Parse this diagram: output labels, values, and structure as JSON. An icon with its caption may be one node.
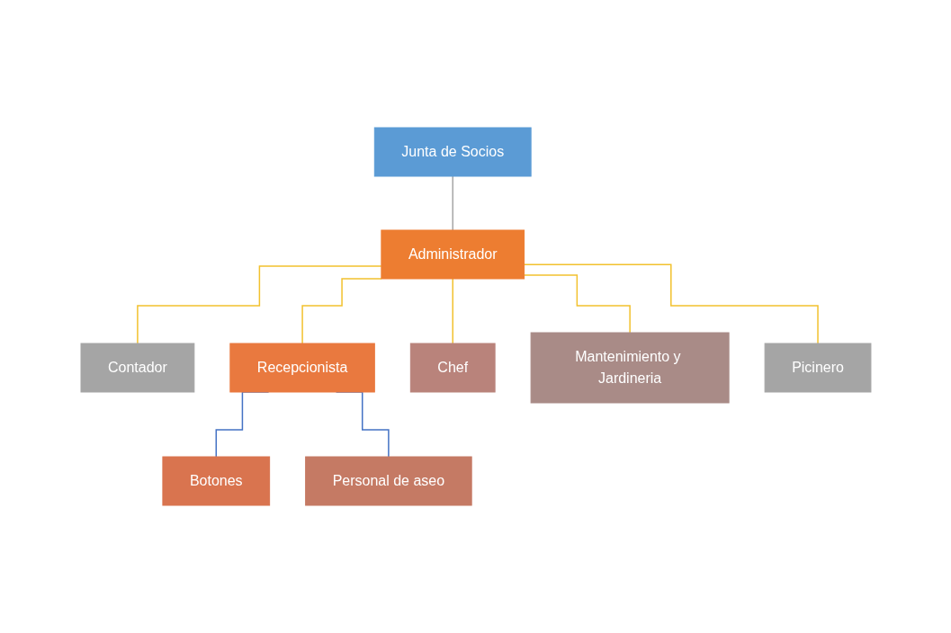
{
  "diagram": {
    "nodes": [
      {
        "text": [
          "Junta de Socios"
        ]
      },
      {
        "text": [
          "Administrador"
        ]
      },
      {
        "text": [
          "Contador"
        ]
      },
      {
        "text": [
          "Recepcionista"
        ]
      },
      {
        "text": [
          "Chef"
        ]
      },
      {
        "text": [
          "Mantenimiento y Jardineria"
        ]
      },
      {
        "text": [
          "Picinero"
        ]
      },
      {
        "text": [
          "Botones"
        ]
      },
      {
        "text": [
          "Personal de aseo"
        ]
      }
    ],
    "edges": [
      {
        "from": 0,
        "to": 1,
        "arrow": "none",
        "color": "#a5a5a5"
      },
      {
        "from": 1,
        "to": 2,
        "arrow": "none"
      },
      {
        "from": 1,
        "to": 3,
        "arrow": "none"
      },
      {
        "from": 1,
        "to": 4,
        "arrow": "none"
      },
      {
        "from": 1,
        "to": 5,
        "arrow": "none"
      },
      {
        "from": 1,
        "to": 6,
        "arrow": "none"
      },
      {
        "from": 3,
        "to": 7,
        "arrow": "none",
        "color": "#4472c4"
      },
      {
        "from": 3,
        "to": 8,
        "arrow": "none",
        "color": "#4472c4"
      }
    ]
  }
}
